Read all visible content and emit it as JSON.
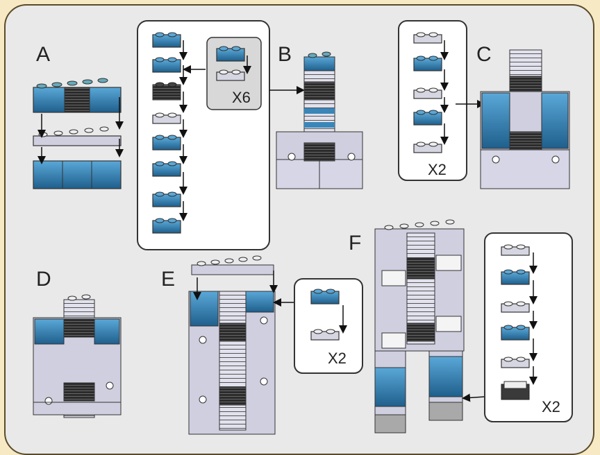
{
  "steps": {
    "a": {
      "label": "A"
    },
    "b": {
      "label": "B",
      "sub_multiplier": "X6"
    },
    "c": {
      "label": "C",
      "multiplier": "X2"
    },
    "d": {
      "label": "D"
    },
    "e": {
      "label": "E",
      "multiplier": "X2"
    },
    "f": {
      "label": "F",
      "multiplier": "X2"
    }
  },
  "colors": {
    "background": "#f7e9c3",
    "panel": "#e9e9e9",
    "border": "#5a4a2a",
    "blue_brick": "#3a86b8",
    "gray_brick": "#cfcfe0",
    "dark_brick": "#2b2b2b",
    "arrow": "#111111"
  }
}
